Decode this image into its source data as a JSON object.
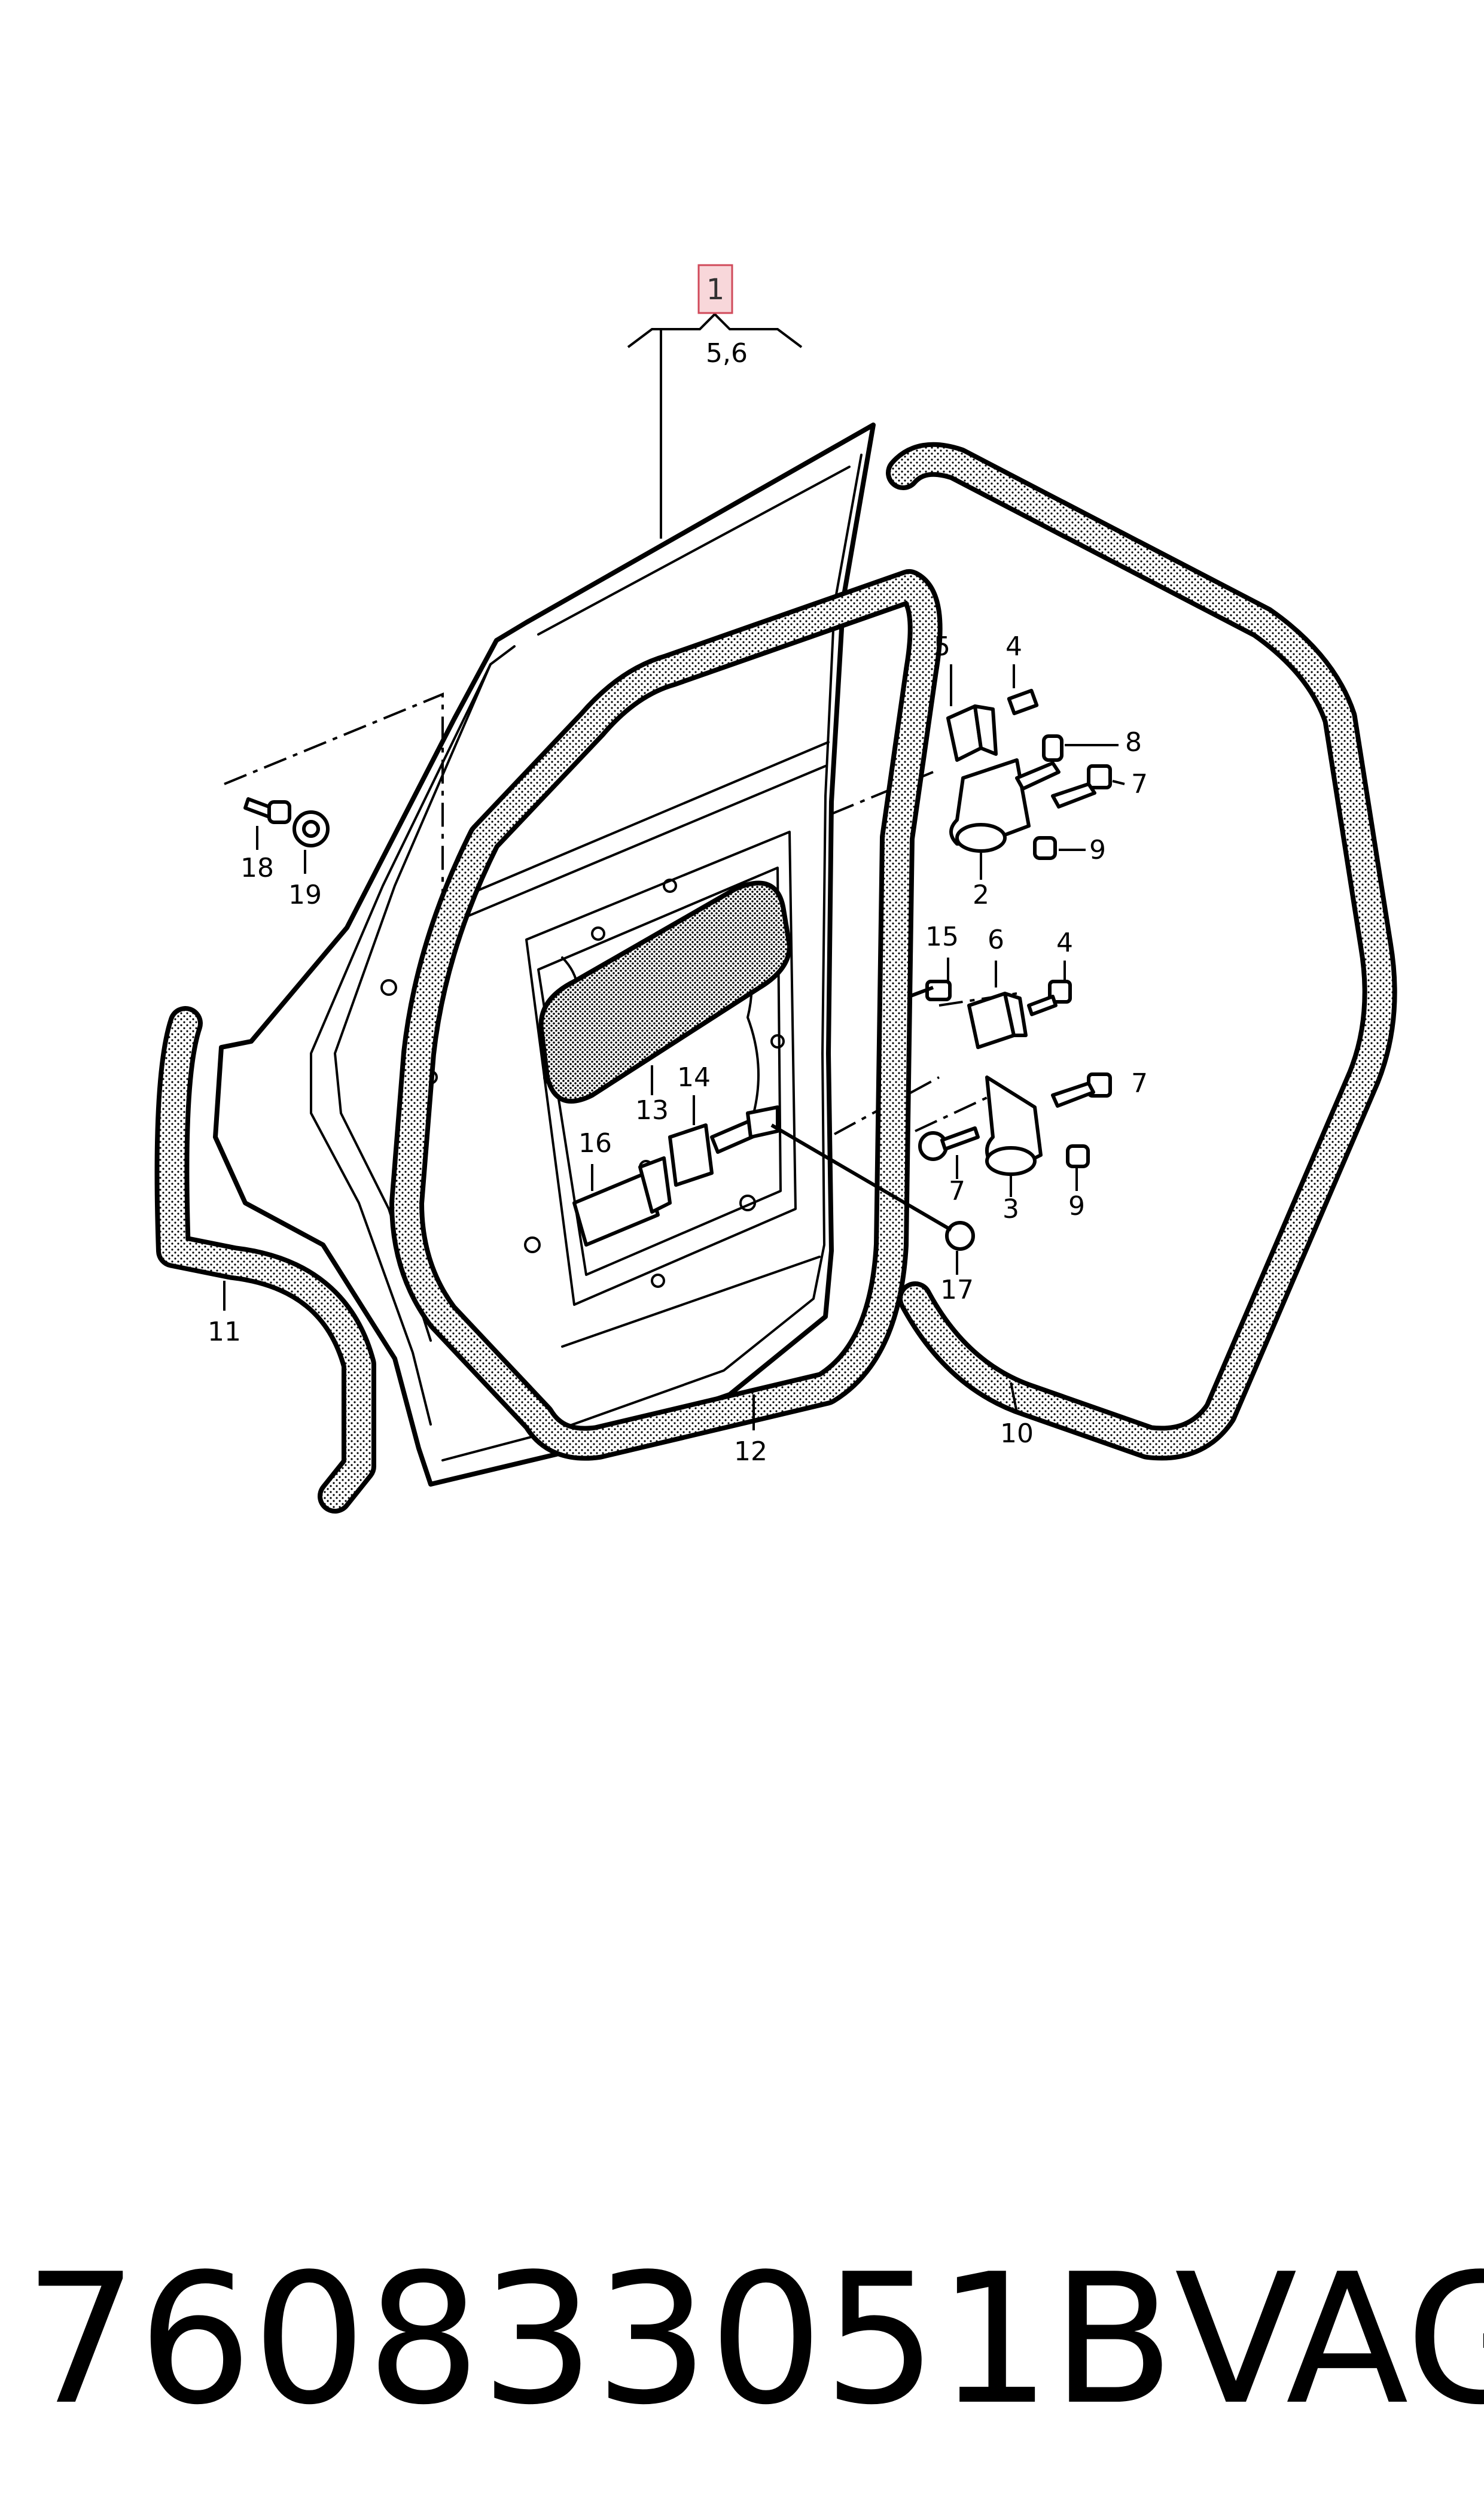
{
  "callouts": {
    "c1": "1",
    "c56": "5,6",
    "c2": "2",
    "c3": "3",
    "c4a": "4",
    "c4b": "4",
    "c5": "5",
    "c6": "6",
    "c7a": "7",
    "c7b": "7",
    "c7c": "7",
    "c8": "8",
    "c9a": "9",
    "c9b": "9",
    "c10": "10",
    "c11": "11",
    "c12": "12",
    "c13": "13",
    "c14": "14",
    "c15": "15",
    "c16": "16",
    "c17": "17",
    "c18": "18",
    "c19": "19"
  },
  "footer": {
    "part_number": "760833051B",
    "brand": "VAG"
  },
  "colors": {
    "highlight_fill": "#f8d7da",
    "highlight_stroke": "#d04a5a",
    "line": "#000000"
  }
}
